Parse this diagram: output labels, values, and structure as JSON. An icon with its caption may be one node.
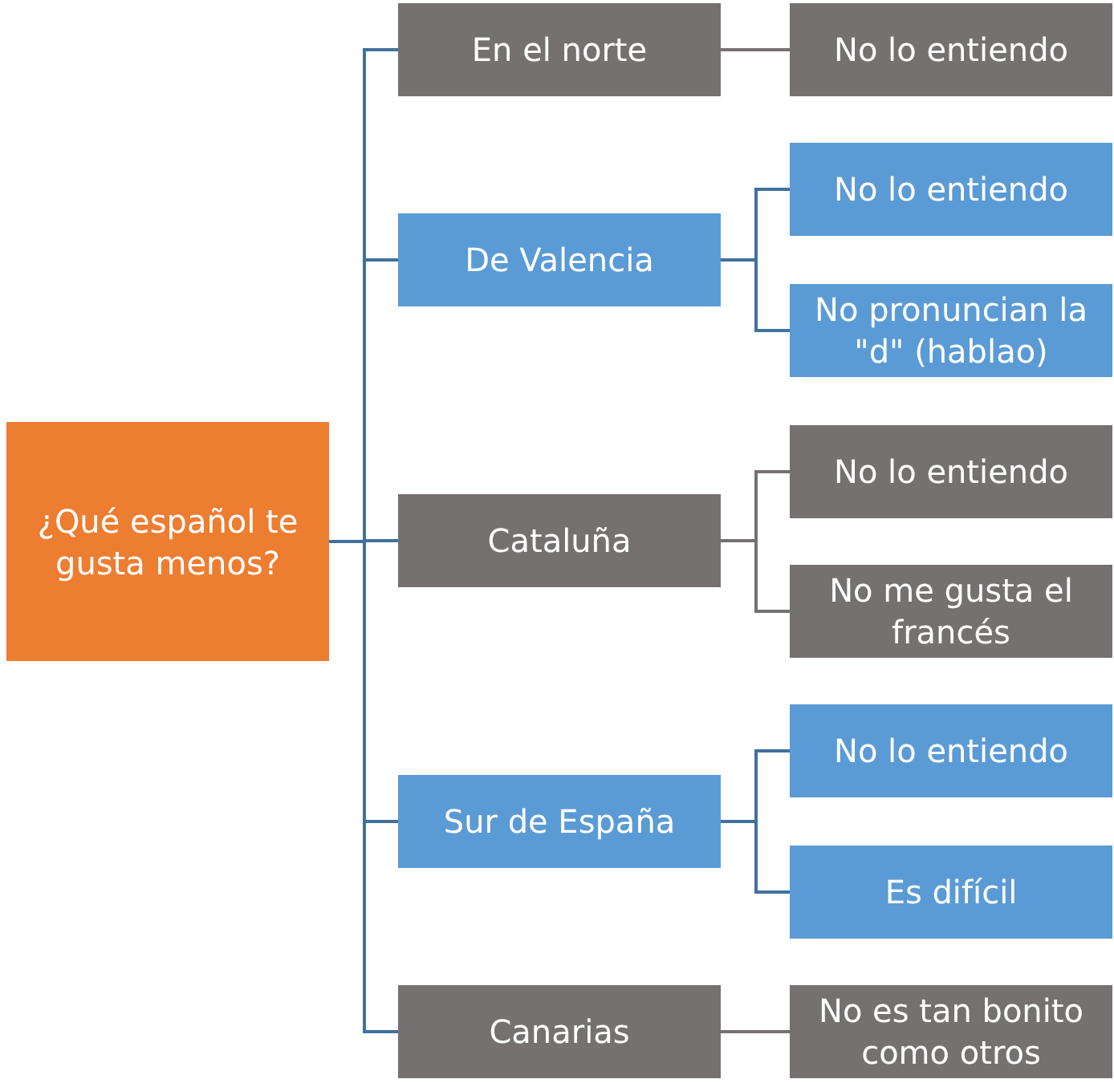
{
  "diagram": {
    "nodes": [
      {
        "text": [
          "¿Qué español te gusta menos?"
        ]
      },
      {
        "text": [
          "En el norte"
        ]
      },
      {
        "text": [
          "No lo entiendo"
        ]
      },
      {
        "text": [
          "De Valencia"
        ]
      },
      {
        "text": [
          "No lo entiendo"
        ]
      },
      {
        "text": [
          "No pronuncian la \"d\" (hablao)"
        ]
      },
      {
        "text": [
          "Cataluña"
        ]
      },
      {
        "text": [
          "No lo entiendo"
        ]
      },
      {
        "text": [
          "No me gusta el francés"
        ]
      },
      {
        "text": [
          "Sur de España"
        ]
      },
      {
        "text": [
          "No lo entiendo"
        ]
      },
      {
        "text": [
          "Es difícil"
        ]
      },
      {
        "text": [
          "Canarias"
        ]
      },
      {
        "text": [
          "No es tan bonito como otros"
        ]
      }
    ],
    "edges": [
      {
        "from": 0,
        "to": 1,
        "arrow": "none"
      },
      {
        "from": 0,
        "to": 3,
        "arrow": "none"
      },
      {
        "from": 0,
        "to": 6,
        "arrow": "none"
      },
      {
        "from": 0,
        "to": 9,
        "arrow": "none"
      },
      {
        "from": 0,
        "to": 12,
        "arrow": "none"
      },
      {
        "from": 1,
        "to": 2,
        "arrow": "none",
        "color": "#767171"
      },
      {
        "from": 3,
        "to": 4,
        "arrow": "none"
      },
      {
        "from": 3,
        "to": 5,
        "arrow": "none"
      },
      {
        "from": 6,
        "to": 7,
        "arrow": "none",
        "color": "#767171"
      },
      {
        "from": 6,
        "to": 8,
        "arrow": "none",
        "color": "#767171"
      },
      {
        "from": 9,
        "to": 10,
        "arrow": "none"
      },
      {
        "from": 9,
        "to": 11,
        "arrow": "none"
      },
      {
        "from": 12,
        "to": 13,
        "arrow": "none",
        "color": "#767171"
      }
    ]
  }
}
